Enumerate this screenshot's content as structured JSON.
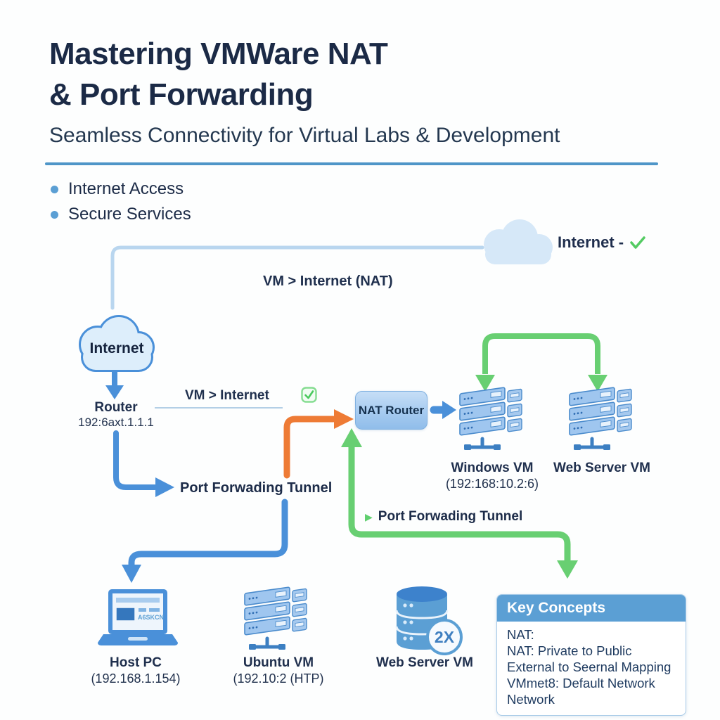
{
  "header": {
    "title_line1": "Mastering VMWare NAT",
    "title_line2": "& Port Forwarding",
    "subtitle": "Seamless Connectivity for Virtual Labs & Development"
  },
  "bullets": {
    "items": [
      "Internet Access",
      "Secure Services"
    ]
  },
  "colors": {
    "navy": "#1d2d4b",
    "blue": "#4a90d9",
    "light_line": "#b9d6ef",
    "orange": "#ee7b35",
    "green": "#68cf72",
    "panel_blue": "#5b9fd4"
  },
  "diagram": {
    "internet_cloud_top": {
      "label": "Internet -",
      "check": "✓"
    },
    "nat_flow_label": "VM > Internet (NAT)",
    "internet_cloud_left": {
      "label": "Internet"
    },
    "router": {
      "label": "Router",
      "ip": "192:6axt.1.1.1"
    },
    "vm_internet_check": {
      "label": "VM > Internet"
    },
    "nat_router": {
      "label": "NAT Router"
    },
    "windows_vm": {
      "label": "Windows VM",
      "ip": "(192:168:10.2:6)"
    },
    "web_server_vm_top": {
      "label": "Web Server VM"
    },
    "tunnel_left": {
      "label": "Port Forwading Tunnel"
    },
    "tunnel_right": {
      "label": "Port Forwading Tunnel",
      "bullet": "▶"
    },
    "host_pc": {
      "label": "Host PC",
      "ip": "(192.168.1.154)",
      "screen_text": "A6SKCN"
    },
    "ubuntu_vm": {
      "label": "Ubuntu VM",
      "ip": "(192.10:2 (HTP)"
    },
    "web_server_vm_bottom": {
      "label": "Web Server VM",
      "badge": "2X"
    },
    "key_concepts": {
      "title": "Key Concepts",
      "lines": [
        "NAT:",
        "NAT: Private to Public",
        "External to Seernal Mapping",
        "VMmet8: Default Network",
        "Network"
      ]
    }
  }
}
